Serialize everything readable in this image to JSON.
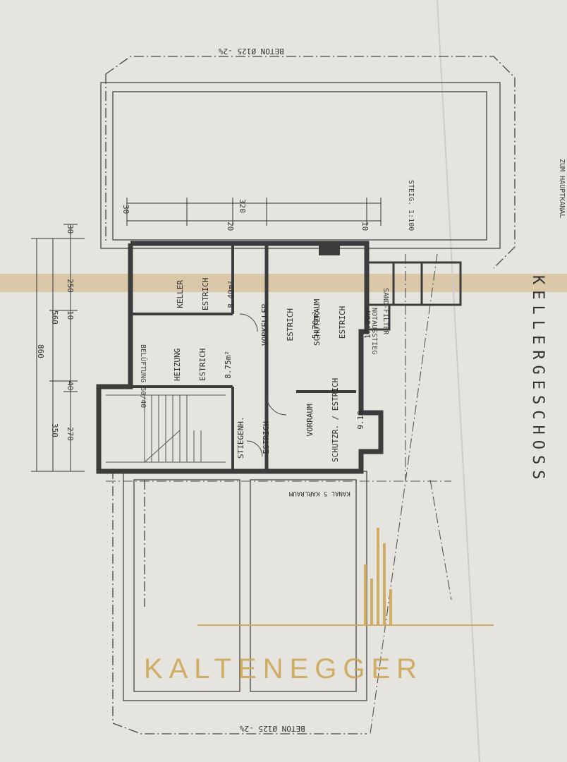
{
  "drawing": {
    "title": "KELLERGESCHOSS",
    "rooms": [
      {
        "key": "keller",
        "name": "KELLER",
        "floor": "ESTRICH",
        "area": "8.40m²"
      },
      {
        "key": "vorkeller",
        "name": "VORKELLER",
        "floor": "ESTRICH",
        "area": "5.70m²"
      },
      {
        "key": "heizung",
        "name": "HEIZUNG",
        "floor": "ESTRICH",
        "area": "8.75m²"
      },
      {
        "key": "schutzraum",
        "name": "SCHUTZRAUM",
        "floor": "ESTRICH",
        "area": "17.00m²"
      },
      {
        "key": "stiegenhaus",
        "name": "STIEGENH.",
        "floor": "ESTRICH",
        "area": ""
      },
      {
        "key": "vorraum",
        "name": "VORRAUM",
        "floor": "SCHUTZR. / ESTRICH",
        "area": "9.18"
      }
    ],
    "dimensions_left": [
      "860",
      "560",
      "250",
      "270",
      "350",
      "10",
      "40",
      "30"
    ],
    "dimensions_top": [
      "30",
      "320",
      "20",
      "10"
    ],
    "labels": {
      "beton_top": "BETON Ø125 -2%",
      "beton_bottom": "BETON Ø125 -2%",
      "kanal": "KANAL 5 KARLRAUM",
      "hauptkanal": "ZUM HAUPTKANAL",
      "belueftung": "BELÜFTUNG 60/40",
      "sandfilter": "SAND-FILTER",
      "notausstieg": "NOTAUSSTIEG",
      "stiege": "STEIG. 1:100"
    }
  },
  "watermark": {
    "text": "KALTENEGGER",
    "color": "#cda85a"
  }
}
